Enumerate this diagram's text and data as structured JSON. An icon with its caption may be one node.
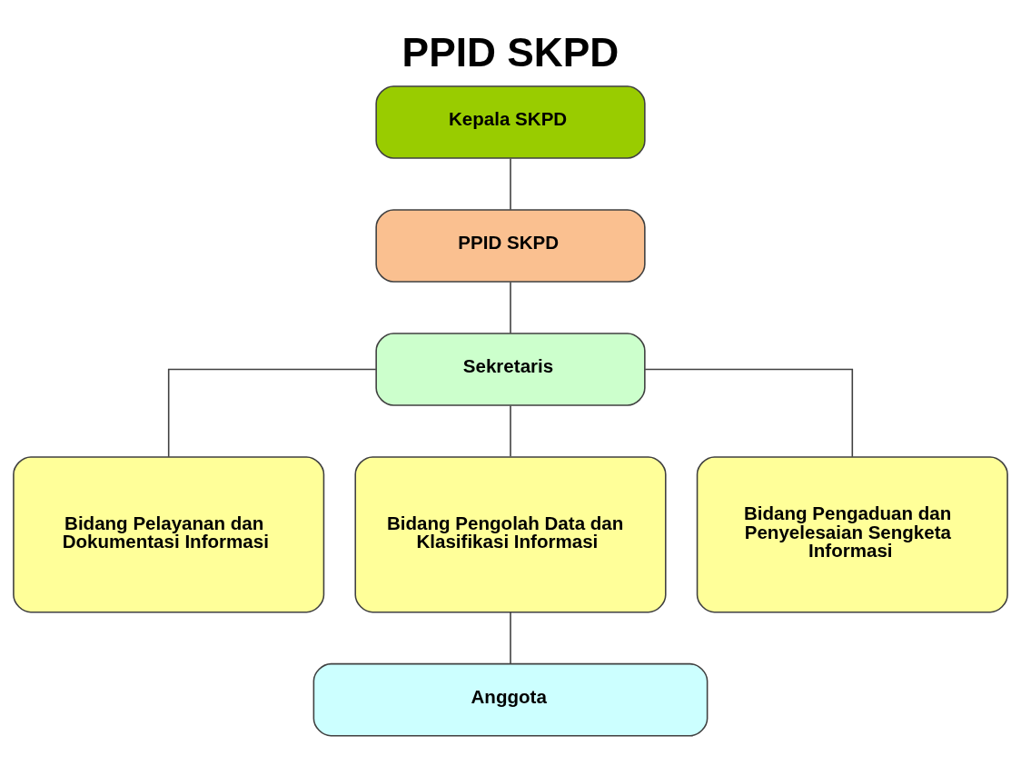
{
  "diagram": {
    "title": "PPID SKPD",
    "nodes": [
      {
        "text": [
          "Kepala SKPD"
        ]
      },
      {
        "text": [
          "PPID SKPD"
        ]
      },
      {
        "text": [
          "Sekretaris"
        ]
      },
      {
        "text": [
          "Bidang Pelayanan dan Dokumentasi Informasi"
        ]
      },
      {
        "text": [
          "Bidang Pengolah Data dan Klasifikasi Informasi"
        ]
      },
      {
        "text": [
          "Bidang Pengaduan dan Penyelesaian Sengketa Informasi"
        ]
      },
      {
        "text": [
          "Anggota"
        ]
      }
    ],
    "edges": [
      {
        "from": 0,
        "to": 1,
        "arrow": "none"
      },
      {
        "from": 1,
        "to": 2,
        "arrow": "none"
      },
      {
        "from": 2,
        "to": 3,
        "arrow": "none"
      },
      {
        "from": 2,
        "to": 4,
        "arrow": "none"
      },
      {
        "from": 2,
        "to": 5,
        "arrow": "none"
      },
      {
        "from": 4,
        "to": 6,
        "arrow": "none"
      }
    ]
  }
}
